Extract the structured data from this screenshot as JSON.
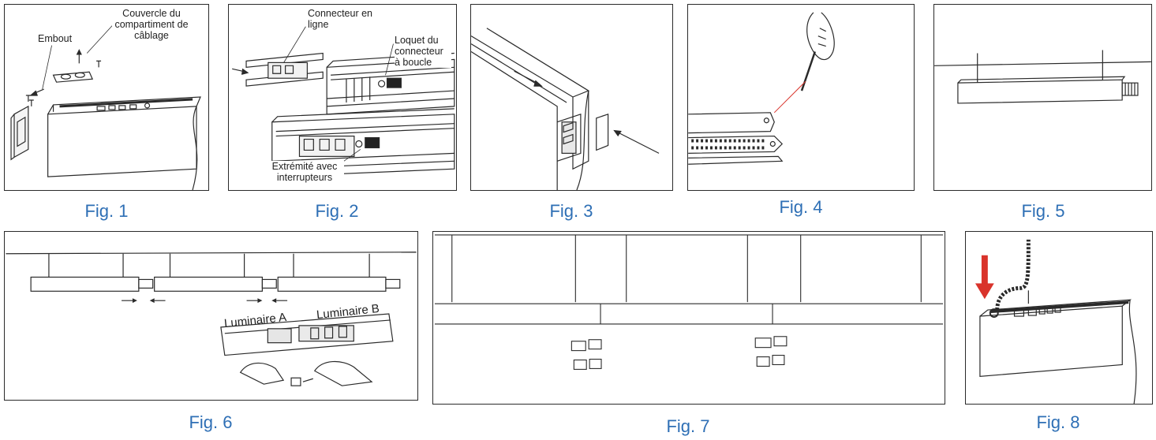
{
  "figures": [
    {
      "caption": "Fig. 1",
      "labels": {
        "end_cap": "Embout",
        "cover": "Couvercle du compartiment de câblage"
      }
    },
    {
      "caption": "Fig. 2",
      "labels": {
        "inline": "Connecteur en ligne",
        "latch": "Loquet du connecteur à boucle",
        "switch_end": "Extrémité avec interrupteurs"
      }
    },
    {
      "caption": "Fig. 3"
    },
    {
      "caption": "Fig. 4"
    },
    {
      "caption": "Fig. 5"
    },
    {
      "caption": "Fig. 6",
      "labels": {
        "lum_a": "Luminaire A",
        "lum_b": "Luminaire B"
      }
    },
    {
      "caption": "Fig. 7"
    },
    {
      "caption": "Fig. 8"
    }
  ],
  "colors": {
    "caption": "#2e6fb5",
    "arrow": "#d9332b",
    "line": "#2a2a2a"
  }
}
